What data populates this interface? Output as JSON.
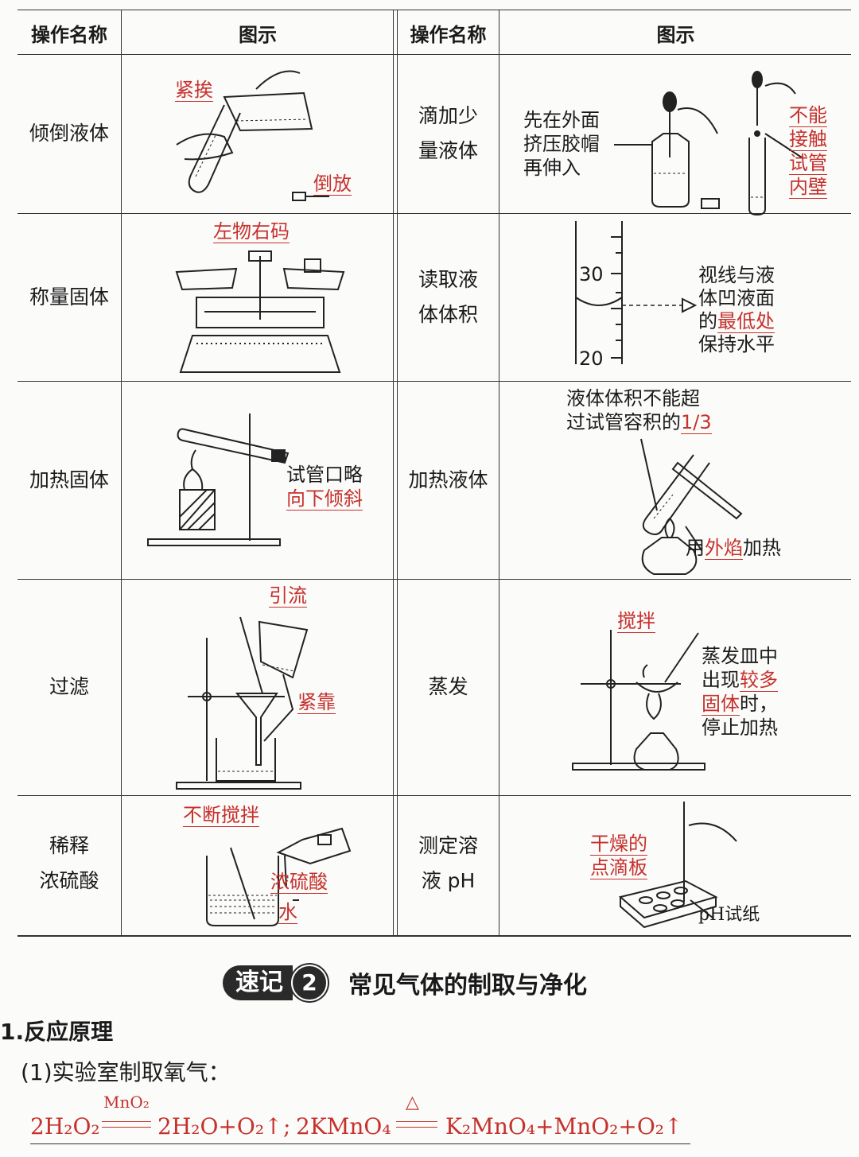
{
  "table": {
    "headers": {
      "left_name": "操作名称",
      "left_fig": "图示",
      "right_name": "操作名称",
      "right_fig": "图示"
    },
    "rows": [
      {
        "left": {
          "name_lines": [
            "倾倒液体"
          ],
          "labels": [
            "紧挨",
            "倒放"
          ]
        },
        "right": {
          "name_lines": [
            "滴加少",
            "量液体"
          ],
          "labels": [
            "先在外面",
            "挤压胶帽",
            "再伸入",
            "不能",
            "接触",
            "试管",
            "内壁"
          ]
        }
      },
      {
        "left": {
          "name_lines": [
            "称量固体"
          ],
          "labels": [
            "左物右码"
          ]
        },
        "right": {
          "name_lines": [
            "读取液",
            "体体积"
          ],
          "labels": [
            "视线与液",
            "体凹液面",
            "的",
            "最低处",
            "保持水平",
            "30",
            "20"
          ]
        }
      },
      {
        "left": {
          "name_lines": [
            "加热固体"
          ],
          "labels": [
            "试管口略",
            "向下倾斜"
          ]
        },
        "right": {
          "name_lines": [
            "加热液体"
          ],
          "labels": [
            "液体体积不能超",
            "过试管容积的",
            "1/3",
            "用",
            "外焰",
            "加热"
          ]
        }
      },
      {
        "left": {
          "name_lines": [
            "过滤"
          ],
          "labels": [
            "引流",
            "紧靠"
          ]
        },
        "right": {
          "name_lines": [
            "蒸发"
          ],
          "labels": [
            "搅拌",
            "蒸发皿中",
            "出现",
            "较多",
            "固体",
            "时，",
            "停止加热"
          ]
        }
      },
      {
        "left": {
          "name_lines": [
            "稀释",
            "浓硫酸"
          ],
          "labels": [
            "不断搅拌",
            "浓硫酸",
            "水"
          ]
        },
        "right": {
          "name_lines": [
            "测定溶",
            "液 pH"
          ],
          "labels": [
            "干燥的",
            "点滴板",
            "pH试纸"
          ]
        }
      }
    ]
  },
  "section": {
    "badge": "速记",
    "number": "2",
    "title": "常见气体的制取与净化"
  },
  "heading1": "1.反应原理",
  "heading2": "(1)实验室制取氧气：",
  "equation": {
    "left1": "2H₂O₂",
    "cond1": "MnO₂",
    "right1": "2H₂O+O₂↑",
    "sep": ";",
    "left2": "2KMnO₄",
    "cond2": "△",
    "right2": "K₂MnO₄+MnO₂+O₂↑"
  },
  "colors": {
    "accent_red": "#c6312c",
    "line": "#333333",
    "badge_bg": "#2a2a2a"
  }
}
